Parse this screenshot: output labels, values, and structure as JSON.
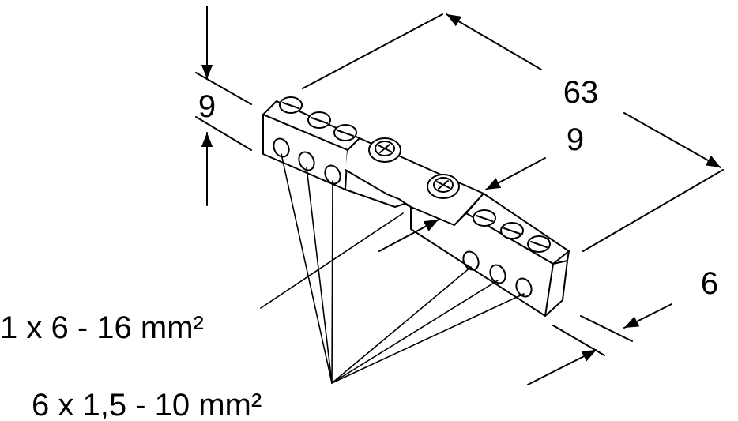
{
  "dimensions": {
    "length": "63",
    "height": "9",
    "width_strip": "9",
    "depth": "6"
  },
  "labels": {
    "main_terminal": "1 x 6 - 16 mm²",
    "small_terminals": "6 x 1,5 - 10 mm²"
  },
  "colors": {
    "line": "#000000",
    "background": "#ffffff"
  }
}
